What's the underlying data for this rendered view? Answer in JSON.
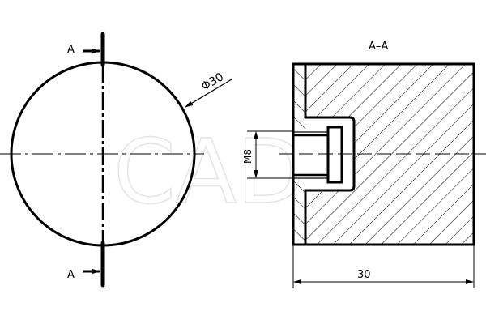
{
  "front_view": {
    "section_mark_top": "A",
    "section_mark_bottom": "A",
    "diameter_label": "Φ30"
  },
  "section_view": {
    "title": "A–A",
    "thread_label": "M8",
    "width_label": "30"
  },
  "colors": {
    "line": "#000000",
    "background": "#ffffff"
  }
}
